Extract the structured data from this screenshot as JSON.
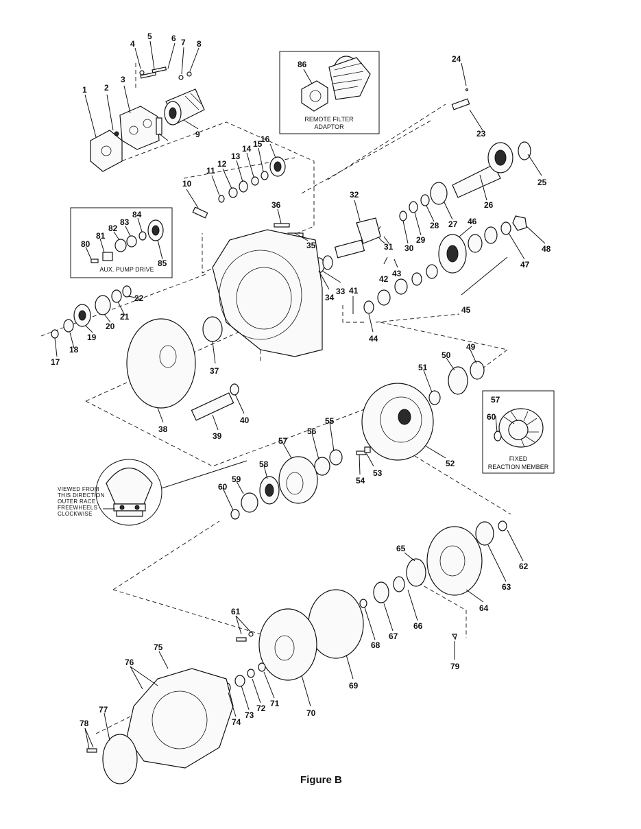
{
  "figure": {
    "caption": "Figure B"
  },
  "insets": {
    "remote_filter": [
      "REMOTE  FILTER",
      "ADAPTOR"
    ],
    "aux_pump": "AUX. PUMP DRIVE",
    "fixed_reaction": [
      "FIXED",
      "REACTION  MEMBER"
    ],
    "viewed_note": [
      "VIEWED FROM",
      "THIS DIRECTION",
      "OUTER RACE",
      "FREEWHEELS",
      "CLOCKWISE"
    ]
  },
  "callouts": [
    "1",
    "2",
    "3",
    "4",
    "5",
    "6",
    "7",
    "8",
    "9",
    "10",
    "11",
    "12",
    "13",
    "14",
    "15",
    "16",
    "17",
    "18",
    "19",
    "20",
    "21",
    "22",
    "23",
    "24",
    "25",
    "26",
    "27",
    "28",
    "29",
    "30",
    "31",
    "32",
    "33",
    "34",
    "35",
    "36",
    "37",
    "38",
    "39",
    "40",
    "41",
    "42",
    "43",
    "44",
    "45",
    "46",
    "47",
    "48",
    "49",
    "50",
    "51",
    "52",
    "53",
    "54",
    "55",
    "56",
    "57",
    "58",
    "59",
    "60",
    "61",
    "62",
    "63",
    "64",
    "65",
    "66",
    "67",
    "68",
    "69",
    "70",
    "71",
    "72",
    "73",
    "74",
    "75",
    "76",
    "77",
    "78",
    "79",
    "80",
    "81",
    "82",
    "83",
    "84",
    "85",
    "86",
    "57",
    "60"
  ]
}
